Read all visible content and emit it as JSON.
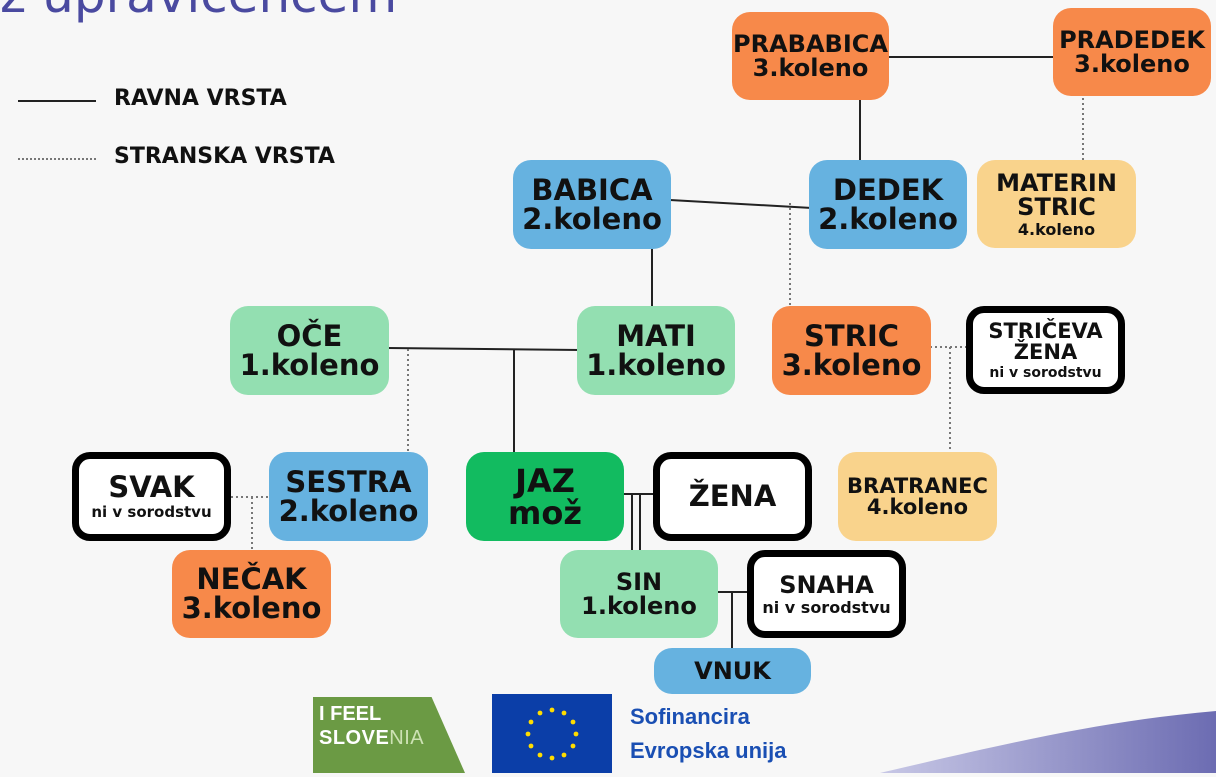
{
  "title_fragment": "z upravičencem",
  "legend": {
    "solid_label": "RAVNA VRSTA",
    "dotted_label": "STRANSKA VRSTA"
  },
  "nodes": {
    "prababica": {
      "name": "PRABABICA",
      "degree": "3.koleno"
    },
    "pradedek": {
      "name": "PRADEDEK",
      "degree": "3.koleno"
    },
    "babica": {
      "name": "BABICA",
      "degree": "2.koleno"
    },
    "dedek": {
      "name": "DEDEK",
      "degree": "2.koleno"
    },
    "materin_stric": {
      "name_line1": "MATERIN",
      "name_line2": "STRIC",
      "degree": "4.koleno"
    },
    "oce": {
      "name": "OČE",
      "degree": "1.koleno"
    },
    "mati": {
      "name": "MATI",
      "degree": "1.koleno"
    },
    "stric": {
      "name": "STRIC",
      "degree": "3.koleno"
    },
    "striceva_zena": {
      "name_line1": "STRIČEVA",
      "name_line2": "ŽENA",
      "note": "ni v sorodstvu"
    },
    "svak": {
      "name": "SVAK",
      "note": "ni v sorodstvu"
    },
    "sestra": {
      "name": "SESTRA",
      "degree": "2.koleno"
    },
    "jaz": {
      "name": "JAZ",
      "role": "mož"
    },
    "zena": {
      "name": "ŽENA"
    },
    "bratranec": {
      "name": "BRATRANEC",
      "degree": "4.koleno"
    },
    "necak": {
      "name": "NEČAK",
      "degree": "3.koleno"
    },
    "sin": {
      "name": "SIN",
      "degree": "1.koleno"
    },
    "snaha": {
      "name": "SNAHA",
      "note": "ni v sorodstvu"
    },
    "vnuk": {
      "name": "VNUK"
    }
  },
  "footer": {
    "logo_line1": "I FEEL",
    "logo_line2_bold": "SLOVE",
    "logo_line2_thin": "NIA",
    "eu_line1": "Sofinancira",
    "eu_line2": "Evropska unija",
    "eu_flag_icon": "eu-stars-icon"
  },
  "colors": {
    "orange": "#f7894a",
    "blue": "#66b2e0",
    "green": "#93dfb1",
    "jaz_green": "#12bb60",
    "beige": "#f9d38c"
  }
}
